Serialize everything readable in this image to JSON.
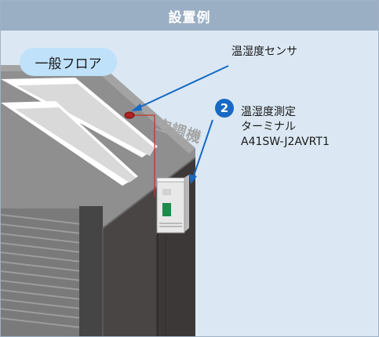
{
  "header": {
    "title": "設置例"
  },
  "location_label": "一般フロア",
  "aircon_label": "空調機",
  "sensor_label": "温湿度センサ",
  "terminal": {
    "number": "2",
    "line1": "温湿度測定",
    "line2": "ターミナル",
    "model": "A41SW-J2AVRT1"
  },
  "colors": {
    "header_bg": "#9aafc4",
    "background": "#dbe8f3",
    "pill_bg": "#bfe1fa",
    "arrow_blue": "#1769c4",
    "unit_top": "#8c8c8c",
    "unit_front": "#4d4d4d",
    "unit_side": "#3a3a3a",
    "sensor_wire": "#c0392b"
  }
}
